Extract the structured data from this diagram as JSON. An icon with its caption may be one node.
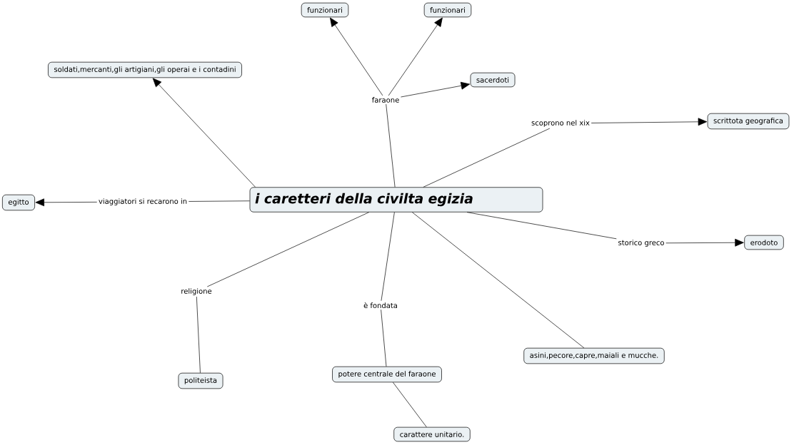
{
  "diagram": {
    "nodes": [
      {
        "text": [
          "i caretteri della civilta egizia"
        ]
      },
      {
        "text": [
          "faraone"
        ]
      },
      {
        "text": [
          "funzionari"
        ]
      },
      {
        "text": [
          "funzionari"
        ]
      },
      {
        "text": [
          "sacerdoti"
        ]
      },
      {
        "text": [
          "soldati,mercanti,gli artigiani,gli operai e i contadini"
        ]
      },
      {
        "text": [
          "scoprono nel xix"
        ]
      },
      {
        "text": [
          "scrittota geografica"
        ]
      },
      {
        "text": [
          "viaggiatori si recarono in"
        ]
      },
      {
        "text": [
          "egitto"
        ]
      },
      {
        "text": [
          "storico greco"
        ]
      },
      {
        "text": [
          "erodoto"
        ]
      },
      {
        "text": [
          "religione"
        ]
      },
      {
        "text": [
          "politeista"
        ]
      },
      {
        "text": [
          "è fondata"
        ]
      },
      {
        "text": [
          "potere centrale del faraone"
        ]
      },
      {
        "text": [
          "carattere unitario."
        ]
      },
      {
        "text": [
          "asini,pecore,capre,maiali e mucche."
        ]
      }
    ],
    "edges": [
      {
        "from": 0,
        "to": 1,
        "arrow": "none"
      },
      {
        "from": 1,
        "to": 2,
        "arrow": "to"
      },
      {
        "from": 1,
        "to": 3,
        "arrow": "to"
      },
      {
        "from": 1,
        "to": 4,
        "arrow": "to"
      },
      {
        "from": 0,
        "to": 5,
        "arrow": "to"
      },
      {
        "from": 0,
        "to": 6,
        "arrow": "none"
      },
      {
        "from": 6,
        "to": 7,
        "arrow": "to"
      },
      {
        "from": 0,
        "to": 8,
        "arrow": "none"
      },
      {
        "from": 8,
        "to": 9,
        "arrow": "to"
      },
      {
        "from": 0,
        "to": 10,
        "arrow": "none"
      },
      {
        "from": 10,
        "to": 11,
        "arrow": "to"
      },
      {
        "from": 0,
        "to": 12,
        "arrow": "none"
      },
      {
        "from": 12,
        "to": 13,
        "arrow": "none"
      },
      {
        "from": 0,
        "to": 14,
        "arrow": "none"
      },
      {
        "from": 14,
        "to": 15,
        "arrow": "none"
      },
      {
        "from": 15,
        "to": 16,
        "arrow": "none"
      },
      {
        "from": 0,
        "to": 17,
        "arrow": "none"
      }
    ]
  }
}
